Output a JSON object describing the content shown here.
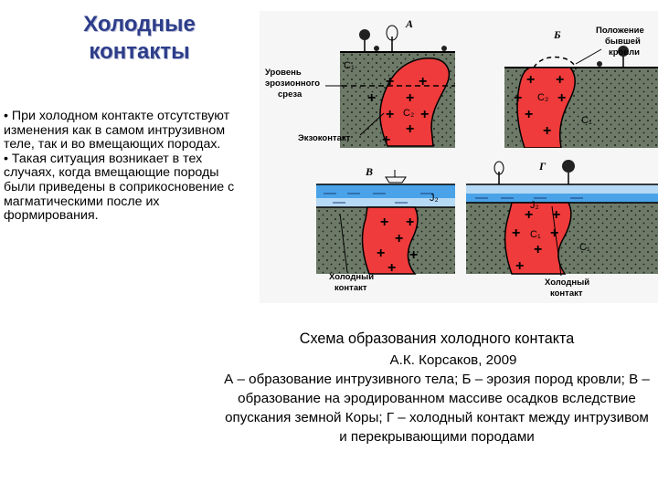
{
  "slide": {
    "title_line1": "Холодные",
    "title_line2": "контакты",
    "bullet1": "• При холодном контакте отсутствуют изменения как в самом интрузивном теле, так и во вмещающих породах.",
    "bullet2": "• Такая ситуация возникает в тех случаях, когда вмещающие породы были приведены в соприкосновение с магматическими после их формирования."
  },
  "diagram": {
    "panel_a": "А",
    "panel_b": "Б",
    "panel_v": "В",
    "panel_g": "Г",
    "label_erosion_1": "Уровень",
    "label_erosion_2": "эрозионного",
    "label_erosion_3": "среза",
    "label_exocontact": "Экзоконтакт",
    "label_roof_1": "Положение",
    "label_roof_2": "бывшей",
    "label_roof_3": "кровли",
    "label_cold_1": "Холодный",
    "label_cold_2": "контакт",
    "label_cold_right_1": "Холодный",
    "label_cold_right_2": "контакт",
    "sym_c1": "C₁",
    "sym_c2": "C₂",
    "sym_j2": "J₂"
  },
  "caption": {
    "title": "Схема образования холодного контакта",
    "author": "А.К. Корсаков, 2009",
    "body": "А – образование интрузивного тела; Б – эрозия пород кровли; В – образование на эродированном массиве осадков вследствие опускания земной Коры; Г – холодный контакт между интрузивом и перекрывающими породами"
  },
  "colors": {
    "title": "#2d3d8a",
    "intrusion": "#ef3b3b",
    "host_rock": "#6e7a68",
    "water": "#4aa3e8",
    "diagram_bg": "#f6f6f6"
  }
}
